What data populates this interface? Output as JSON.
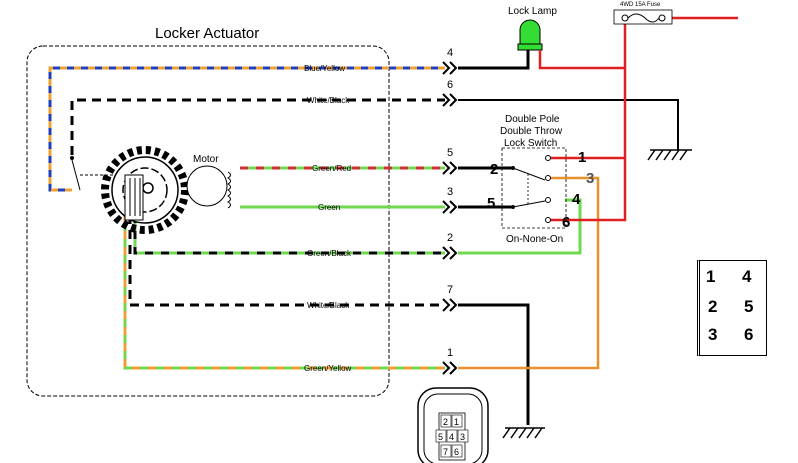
{
  "title": "Locker Actuator",
  "lock_lamp_label": "Lock Lamp",
  "fuse_label": "4WD 15A Fuse",
  "motor_label": "Motor",
  "switch": {
    "line1": "Double Pole",
    "line2": "Double Throw",
    "line3": "Lock Switch",
    "mode": "On-None-On",
    "terminals": [
      "1",
      "2",
      "3",
      "4",
      "5",
      "6"
    ]
  },
  "wires": [
    {
      "pin": "4",
      "label": "Blue/Yellow",
      "colors": [
        "#1f3fbf",
        "#f0a030"
      ]
    },
    {
      "pin": "6",
      "label": "White/Black",
      "colors": [
        "#000000",
        "#ffffff"
      ]
    },
    {
      "pin": "5",
      "label": "Green/Red",
      "colors": [
        "#6fd84f",
        "#d03030"
      ]
    },
    {
      "pin": "3",
      "label": "Green",
      "colors": [
        "#6fd84f"
      ]
    },
    {
      "pin": "2",
      "label": "Green/Black",
      "colors": [
        "#6fd84f",
        "#000000"
      ]
    },
    {
      "pin": "7",
      "label": "White/Black",
      "colors": [
        "#000000",
        "#ffffff"
      ]
    },
    {
      "pin": "1",
      "label": "Green/Yellow",
      "colors": [
        "#6fd84f",
        "#f0a030"
      ]
    }
  ],
  "connector_pins": [
    "2",
    "1",
    "5",
    "4",
    "3",
    "7",
    "6"
  ],
  "pin_key": [
    "1",
    "4",
    "2",
    "5",
    "3",
    "6"
  ],
  "colors": {
    "power_red": "#e02020",
    "ground": "#000000",
    "orange": "#e8902c",
    "lamp_green": "#33dd33"
  }
}
